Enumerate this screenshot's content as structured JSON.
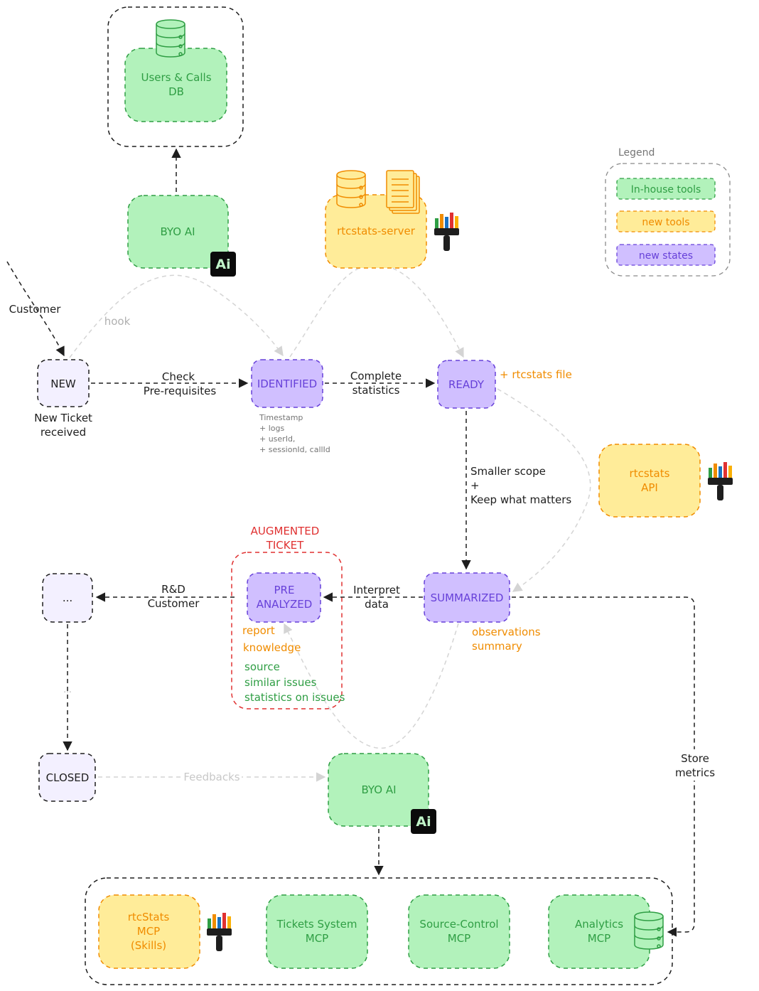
{
  "top_db": {
    "label_1": "Users & Calls",
    "label_2": "DB"
  },
  "byo_ai_top": {
    "label": "BYO AI",
    "badge": "Ai"
  },
  "rtcstats_server": {
    "label": "rtcstats-server"
  },
  "legend": {
    "title": "Legend",
    "items": [
      {
        "label": "In-house tools",
        "color": "#b2f2bb"
      },
      {
        "label": "new tools",
        "color": "#ffec99"
      },
      {
        "label": "new states",
        "color": "#d0bfff"
      }
    ]
  },
  "edges": {
    "customer": "Customer",
    "hook": "hook",
    "check_1": "Check",
    "check_2": "Pre-requisites",
    "complete_1": "Complete",
    "complete_2": "statistics",
    "smaller_1": "Smaller scope",
    "smaller_2": "+",
    "smaller_3": "Keep what matters",
    "interpret_1": "Interpret",
    "interpret_2": "data",
    "rd_1": "R&D",
    "rd_2": "Customer",
    "dots": "...",
    "feedbacks": "Feedbacks",
    "store_1": "Store",
    "store_2": "metrics"
  },
  "states": {
    "new": "NEW",
    "new_caption_1": "New Ticket",
    "new_caption_2": "received",
    "identified": "IDENTIFIED",
    "identified_notes": [
      "Timestamp",
      "+ logs",
      "+ userId,",
      "+ sessionId, callId"
    ],
    "ready": "READY",
    "ready_note": "+ rtcstats file",
    "summarized": "SUMMARIZED",
    "summarized_notes": [
      "observations",
      "summary"
    ],
    "pre_1": "PRE",
    "pre_2": "ANALYZED",
    "dots_state": "...",
    "closed": "CLOSED"
  },
  "rtcstats_api": {
    "label_1": "rtcstats",
    "label_2": "API"
  },
  "augmented": {
    "title_1": "AUGMENTED",
    "title_2": "TICKET",
    "orange": [
      "report",
      "knowledge"
    ],
    "green": [
      "source",
      "similar issues",
      "statistics on issues"
    ]
  },
  "byo_ai_bottom": {
    "label": "BYO AI",
    "badge": "Ai"
  },
  "mcp": {
    "rtcstats": [
      "rtcStats",
      "MCP",
      "(Skills)"
    ],
    "tickets": [
      "Tickets System",
      "MCP"
    ],
    "source": [
      "Source-Control",
      "MCP"
    ],
    "analytics": [
      "Analytics",
      "MCP"
    ]
  },
  "colors": {
    "green_fill": "#b2f2bb",
    "green_stroke": "#2f9e44",
    "yellow_fill": "#ffec99",
    "yellow_stroke": "#f08c00",
    "purple_fill": "#d0bfff",
    "purple_stroke": "#6741d9",
    "lavender_fill": "#f3f0ff",
    "red": "#e03131"
  }
}
